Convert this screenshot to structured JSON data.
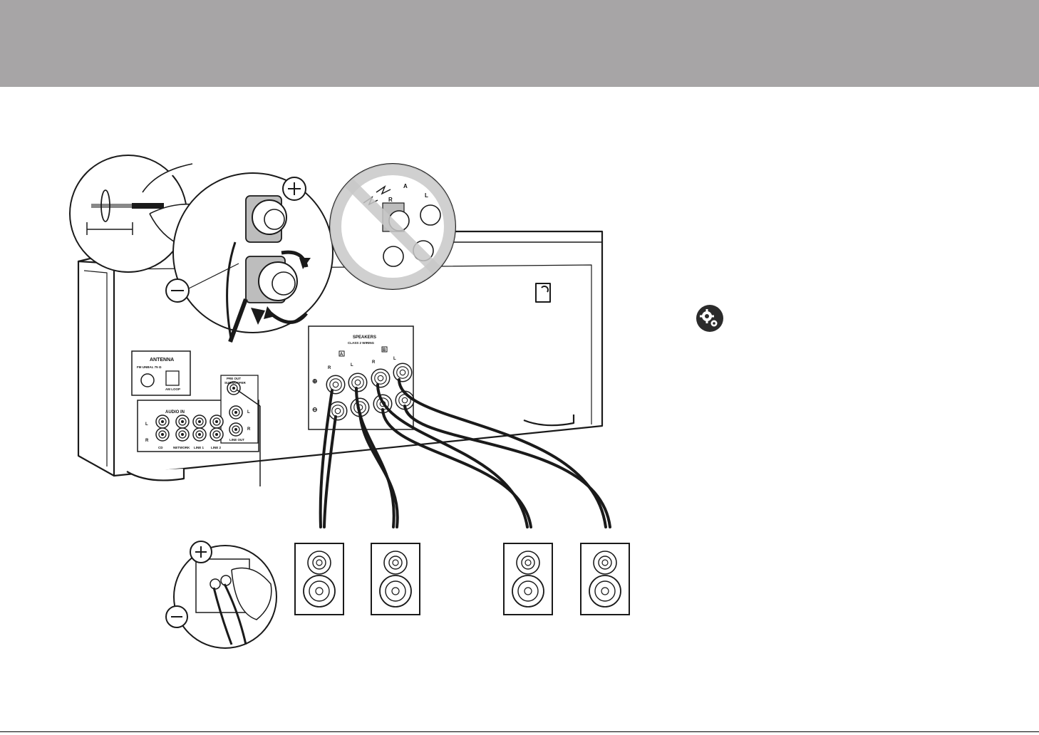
{
  "colors": {
    "header": "#a7a5a6",
    "line": "#1a1a1a",
    "panel": "#ffffff",
    "shade": "#bdbdbd",
    "no_sign": "#c8c8c8"
  },
  "icons": [
    "wire-twist-icon",
    "plus-icon",
    "minus-icon",
    "rotate-arrow-icon",
    "prohibition-icon",
    "settings-gears-icon",
    "speaker-icon",
    "subwoofer-plug-icon"
  ],
  "rear_panel": {
    "antenna": {
      "title": "ANTENNA",
      "fm": "FM UNBAL 75 Ω",
      "am": "AM LOOP"
    },
    "audio_in": {
      "title": "AUDIO IN",
      "l": "L",
      "r": "R",
      "inputs": [
        "CD",
        "NETWORK",
        "LINE 1",
        "LINE 2"
      ]
    },
    "pre_out": {
      "line1": "PRE OUT",
      "line2": "SUBWOOFER"
    },
    "line_out": {
      "label": "LINE OUT",
      "l": "L",
      "r": "R"
    },
    "speakers": {
      "title": "SPEAKERS",
      "subtitle": "CLASS 2 WIRING",
      "a": "A",
      "b": "B",
      "r": "R",
      "l": "L",
      "plus": "⊕",
      "minus": "⊖"
    }
  },
  "wrong_wiring_inset": {
    "a": "A",
    "r": "R",
    "l": "L"
  }
}
